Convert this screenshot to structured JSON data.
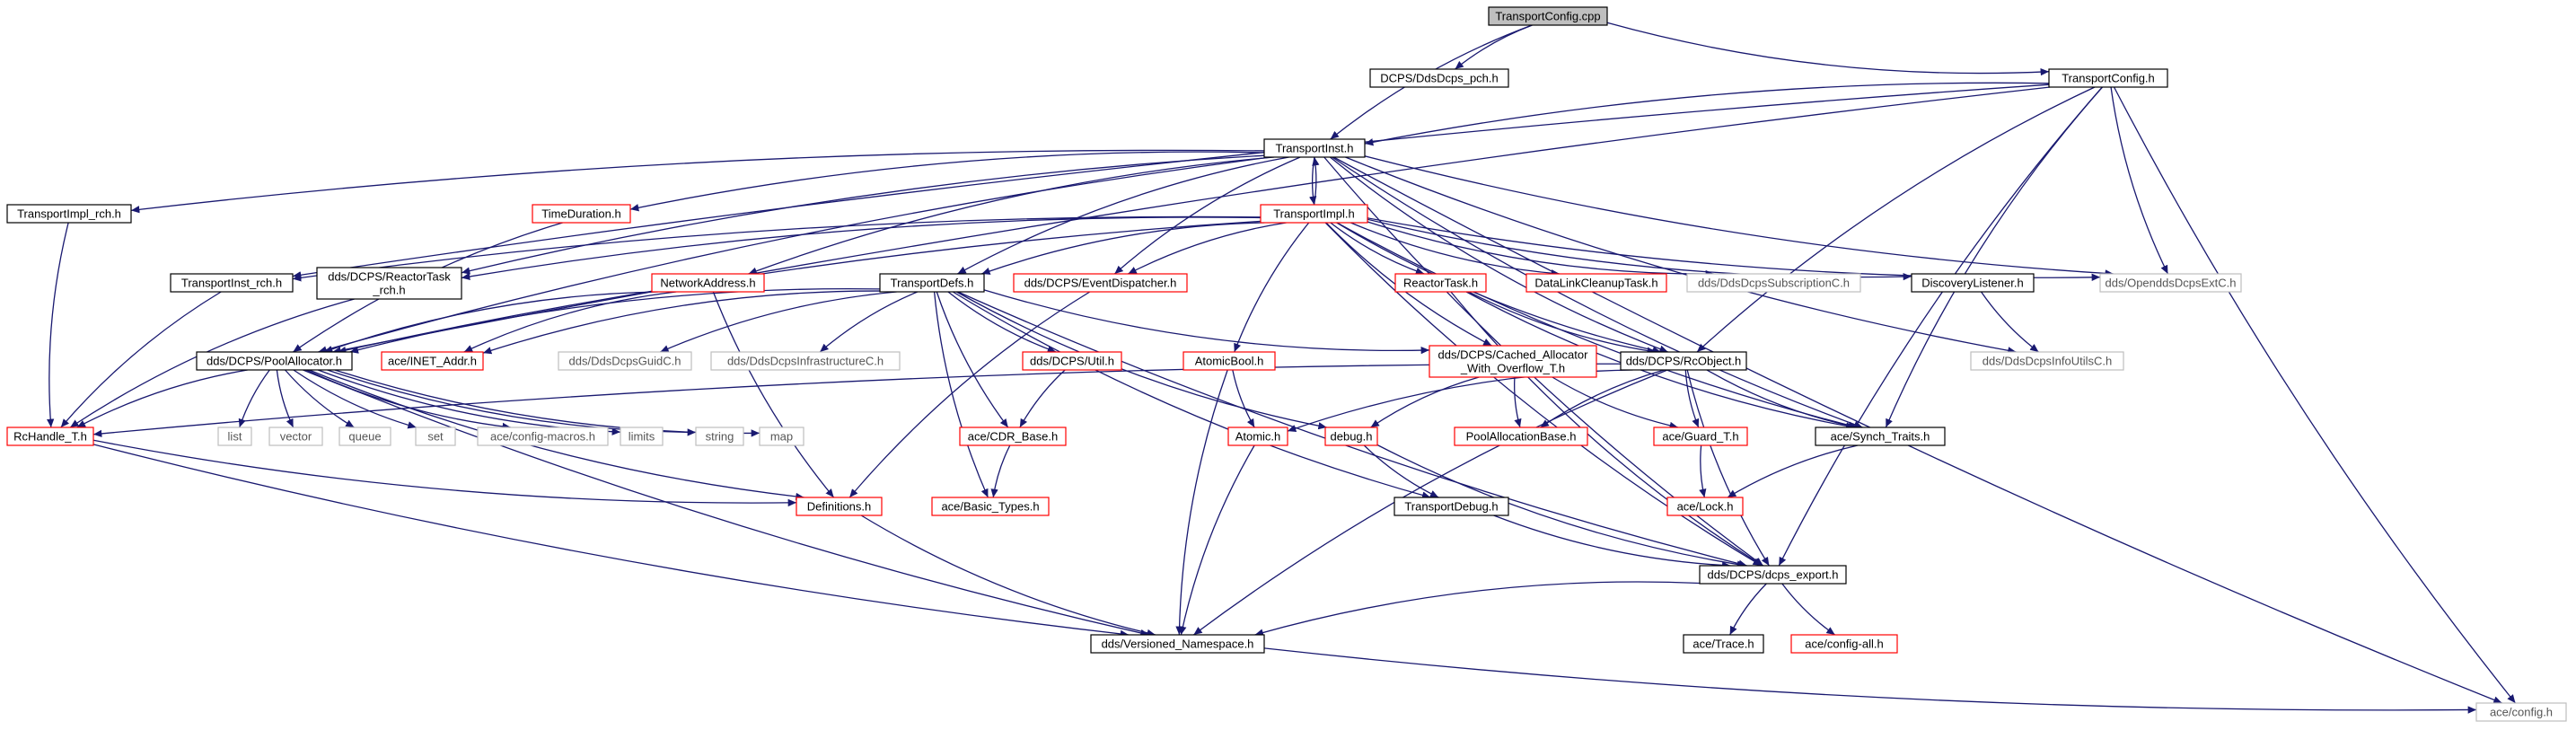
{
  "colors": {
    "edge": "#191970",
    "edge_alt": "#1a1a8a",
    "root_fill": "#bfbfbf",
    "normal_border": "#000000",
    "red_border": "#ff0000",
    "grey_border": "#bfbfbf",
    "grey_text": "#555555",
    "text": "#000000"
  },
  "diagram": {
    "nodes": [
      {
        "id": "root",
        "label": "TransportConfig.cpp",
        "kind": "root"
      },
      {
        "id": "pch",
        "label": "DCPS/DdsDcps_pch.h",
        "kind": "normal"
      },
      {
        "id": "tconf",
        "label": "TransportConfig.h",
        "kind": "normal"
      },
      {
        "id": "tinst",
        "label": "TransportInst.h",
        "kind": "normal"
      },
      {
        "id": "timplrch",
        "label": "TransportImpl_rch.h",
        "kind": "normal"
      },
      {
        "id": "timedur",
        "label": "TimeDuration.h",
        "kind": "red"
      },
      {
        "id": "timpl",
        "label": "TransportImpl.h",
        "kind": "red"
      },
      {
        "id": "tinstrch",
        "label": "TransportInst_rch.h",
        "kind": "normal"
      },
      {
        "id": "reactrch",
        "label": "dds/DCPS/ReactorTask\n_rch.h",
        "kind": "normal"
      },
      {
        "id": "netaddr",
        "label": "NetworkAddress.h",
        "kind": "red"
      },
      {
        "id": "tdefs",
        "label": "TransportDefs.h",
        "kind": "normal"
      },
      {
        "id": "evdisp",
        "label": "dds/DCPS/EventDispatcher.h",
        "kind": "red"
      },
      {
        "id": "reacttask",
        "label": "ReactorTask.h",
        "kind": "red"
      },
      {
        "id": "dlclean",
        "label": "DataLinkCleanupTask.h",
        "kind": "red"
      },
      {
        "id": "subsc",
        "label": "dds/DdsDcpsSubscriptionC.h",
        "kind": "grey"
      },
      {
        "id": "disclis",
        "label": "DiscoveryListener.h",
        "kind": "normal"
      },
      {
        "id": "opendds",
        "label": "dds/OpenddsDcpsExtC.h",
        "kind": "grey"
      },
      {
        "id": "poolalloc",
        "label": "dds/DCPS/PoolAllocator.h",
        "kind": "normal"
      },
      {
        "id": "inet",
        "label": "ace/INET_Addr.h",
        "kind": "red"
      },
      {
        "id": "guidc",
        "label": "dds/DdsDcpsGuidC.h",
        "kind": "grey"
      },
      {
        "id": "infra",
        "label": "dds/DdsDcpsInfrastructureC.h",
        "kind": "grey"
      },
      {
        "id": "util",
        "label": "dds/DCPS/Util.h",
        "kind": "red"
      },
      {
        "id": "atomicbool",
        "label": "AtomicBool.h",
        "kind": "red"
      },
      {
        "id": "cached",
        "label": "dds/DCPS/Cached_Allocator\n_With_Overflow_T.h",
        "kind": "red"
      },
      {
        "id": "rcobj",
        "label": "dds/DCPS/RcObject.h",
        "kind": "normal"
      },
      {
        "id": "infoutils",
        "label": "dds/DdsDcpsInfoUtilsC.h",
        "kind": "grey"
      },
      {
        "id": "rchandle",
        "label": "RcHandle_T.h",
        "kind": "red"
      },
      {
        "id": "list",
        "label": "list",
        "kind": "grey"
      },
      {
        "id": "vector",
        "label": "vector",
        "kind": "grey"
      },
      {
        "id": "queue",
        "label": "queue",
        "kind": "grey"
      },
      {
        "id": "set",
        "label": "set",
        "kind": "grey"
      },
      {
        "id": "cfgmac",
        "label": "ace/config-macros.h",
        "kind": "grey"
      },
      {
        "id": "limits",
        "label": "limits",
        "kind": "grey"
      },
      {
        "id": "string",
        "label": "string",
        "kind": "grey"
      },
      {
        "id": "map",
        "label": "map",
        "kind": "grey"
      },
      {
        "id": "cdr",
        "label": "ace/CDR_Base.h",
        "kind": "red"
      },
      {
        "id": "atomic",
        "label": "Atomic.h",
        "kind": "red"
      },
      {
        "id": "debug",
        "label": "debug.h",
        "kind": "red"
      },
      {
        "id": "poolbase",
        "label": "PoolAllocationBase.h",
        "kind": "red"
      },
      {
        "id": "guard",
        "label": "ace/Guard_T.h",
        "kind": "red"
      },
      {
        "id": "synch",
        "label": "ace/Synch_Traits.h",
        "kind": "normal"
      },
      {
        "id": "defs",
        "label": "Definitions.h",
        "kind": "red"
      },
      {
        "id": "basic",
        "label": "ace/Basic_Types.h",
        "kind": "red"
      },
      {
        "id": "tdebug",
        "label": "TransportDebug.h",
        "kind": "normal"
      },
      {
        "id": "lock",
        "label": "ace/Lock.h",
        "kind": "red"
      },
      {
        "id": "dcpsexp",
        "label": "dds/DCPS/dcps_export.h",
        "kind": "normal"
      },
      {
        "id": "versioned",
        "label": "dds/Versioned_Namespace.h",
        "kind": "normal"
      },
      {
        "id": "trace",
        "label": "ace/Trace.h",
        "kind": "normal"
      },
      {
        "id": "cfgall",
        "label": "ace/config-all.h",
        "kind": "red"
      },
      {
        "id": "acecfg",
        "label": "ace/config.h",
        "kind": "grey"
      }
    ],
    "edges": [
      [
        "root",
        "pch"
      ],
      [
        "root",
        "tconf"
      ],
      [
        "root",
        "tinst"
      ],
      [
        "tconf",
        "tinst"
      ],
      [
        "tconf",
        "tinstrch"
      ],
      [
        "tconf",
        "poolalloc"
      ],
      [
        "tconf",
        "rcobj"
      ],
      [
        "tconf",
        "synch"
      ],
      [
        "tconf",
        "dcpsexp"
      ],
      [
        "tconf",
        "acecfg"
      ],
      [
        "tconf",
        "opendds"
      ],
      [
        "tinst",
        "timplrch"
      ],
      [
        "tinst",
        "timedur"
      ],
      [
        "tinst",
        "timpl"
      ],
      [
        "tinst",
        "reactrch"
      ],
      [
        "tinst",
        "netaddr"
      ],
      [
        "tinst",
        "tdefs"
      ],
      [
        "tinst",
        "evdisp"
      ],
      [
        "tinst",
        "opendds"
      ],
      [
        "tinst",
        "poolalloc"
      ],
      [
        "tinst",
        "rcobj"
      ],
      [
        "tinst",
        "infoutils"
      ],
      [
        "tinst",
        "synch"
      ],
      [
        "tinst",
        "dcpsexp"
      ],
      [
        "tinst",
        "acecfg"
      ],
      [
        "timpl",
        "tinst"
      ],
      [
        "timpl",
        "tinstrch"
      ],
      [
        "timpl",
        "reactrch"
      ],
      [
        "timpl",
        "tdefs"
      ],
      [
        "timpl",
        "evdisp"
      ],
      [
        "timpl",
        "reacttask"
      ],
      [
        "timpl",
        "dlclean"
      ],
      [
        "timpl",
        "subsc"
      ],
      [
        "timpl",
        "disclis"
      ],
      [
        "timpl",
        "opendds"
      ],
      [
        "timpl",
        "poolalloc"
      ],
      [
        "timpl",
        "atomicbool"
      ],
      [
        "timpl",
        "rcobj"
      ],
      [
        "timpl",
        "synch"
      ],
      [
        "timpl",
        "dcpsexp"
      ],
      [
        "timpl",
        "cached"
      ],
      [
        "timplrch",
        "rchandle"
      ],
      [
        "tinstrch",
        "rchandle"
      ],
      [
        "reactrch",
        "rchandle"
      ],
      [
        "timedur",
        "poolalloc"
      ],
      [
        "netaddr",
        "poolalloc"
      ],
      [
        "netaddr",
        "inet"
      ],
      [
        "netaddr",
        "defs"
      ],
      [
        "tdefs",
        "poolalloc"
      ],
      [
        "tdefs",
        "inet"
      ],
      [
        "tdefs",
        "guidc"
      ],
      [
        "tdefs",
        "infra"
      ],
      [
        "tdefs",
        "util"
      ],
      [
        "tdefs",
        "cdr"
      ],
      [
        "tdefs",
        "basic"
      ],
      [
        "tdefs",
        "cached"
      ],
      [
        "tdefs",
        "debug"
      ],
      [
        "tdefs",
        "tdebug"
      ],
      [
        "tdefs",
        "dcpsexp"
      ],
      [
        "evdisp",
        "defs"
      ],
      [
        "reacttask",
        "rcobj"
      ],
      [
        "reacttask",
        "synch"
      ],
      [
        "reacttask",
        "dcpsexp"
      ],
      [
        "disclis",
        "infoutils"
      ],
      [
        "poolalloc",
        "rchandle"
      ],
      [
        "poolalloc",
        "list"
      ],
      [
        "poolalloc",
        "vector"
      ],
      [
        "poolalloc",
        "queue"
      ],
      [
        "poolalloc",
        "set"
      ],
      [
        "poolalloc",
        "cfgmac"
      ],
      [
        "poolalloc",
        "limits"
      ],
      [
        "poolalloc",
        "string"
      ],
      [
        "poolalloc",
        "map"
      ],
      [
        "poolalloc",
        "versioned"
      ],
      [
        "poolalloc",
        "defs"
      ],
      [
        "util",
        "cdr"
      ],
      [
        "cdr",
        "basic"
      ],
      [
        "atomicbool",
        "atomic"
      ],
      [
        "atomicbool",
        "versioned"
      ],
      [
        "cached",
        "poolbase"
      ],
      [
        "cached",
        "guard"
      ],
      [
        "cached",
        "debug"
      ],
      [
        "rcobj",
        "rchandle"
      ],
      [
        "rcobj",
        "atomic"
      ],
      [
        "rcobj",
        "poolbase"
      ],
      [
        "rcobj",
        "guard"
      ],
      [
        "rcobj",
        "synch"
      ],
      [
        "rcobj",
        "dcpsexp"
      ],
      [
        "rcobj",
        "versioned"
      ],
      [
        "rchandle",
        "defs"
      ],
      [
        "rchandle",
        "versioned"
      ],
      [
        "atomic",
        "versioned"
      ],
      [
        "debug",
        "tdebug"
      ],
      [
        "debug",
        "dcpsexp"
      ],
      [
        "guard",
        "lock"
      ],
      [
        "synch",
        "lock"
      ],
      [
        "defs",
        "versioned"
      ],
      [
        "tdebug",
        "dcpsexp"
      ],
      [
        "dcpsexp",
        "versioned"
      ],
      [
        "dcpsexp",
        "trace"
      ],
      [
        "dcpsexp",
        "cfgall"
      ],
      [
        "versioned",
        "acecfg"
      ]
    ]
  }
}
